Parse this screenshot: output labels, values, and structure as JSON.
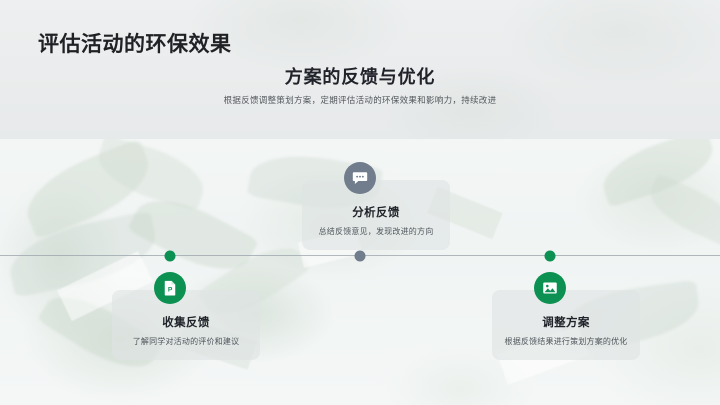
{
  "slide": {
    "page_title": "评估活动的环保效果",
    "center_heading": "方案的反馈与优化",
    "center_subtitle": "根据反馈调整策划方案，定期评估活动的环保效果和影响力，持续改进"
  },
  "colors": {
    "accent_green": "#0d9152",
    "node_gray": "#717c8c",
    "title_dark": "#1f2124",
    "body_gray": "#4f555b",
    "axis_line": "#9aa3ab",
    "card_bg": "rgba(222,227,228,0.62)"
  },
  "timeline": {
    "nodes": [
      {
        "id": "collect",
        "title": "收集反馈",
        "desc": "了解同学对活动的评价和建议",
        "icon": "document-p-icon",
        "dot_color": "#0d9152",
        "badge_color": "#0d9152",
        "position": "below"
      },
      {
        "id": "analyze",
        "title": "分析反馈",
        "desc": "总结反馈意见，发现改进的方向",
        "icon": "chat-bubble-icon",
        "dot_color": "#717c8c",
        "badge_color": "#717c8c",
        "position": "above"
      },
      {
        "id": "adjust",
        "title": "调整方案",
        "desc": "根据反馈结果进行策划方案的优化",
        "icon": "image-photo-icon",
        "dot_color": "#0d9152",
        "badge_color": "#0d9152",
        "position": "below"
      }
    ]
  }
}
